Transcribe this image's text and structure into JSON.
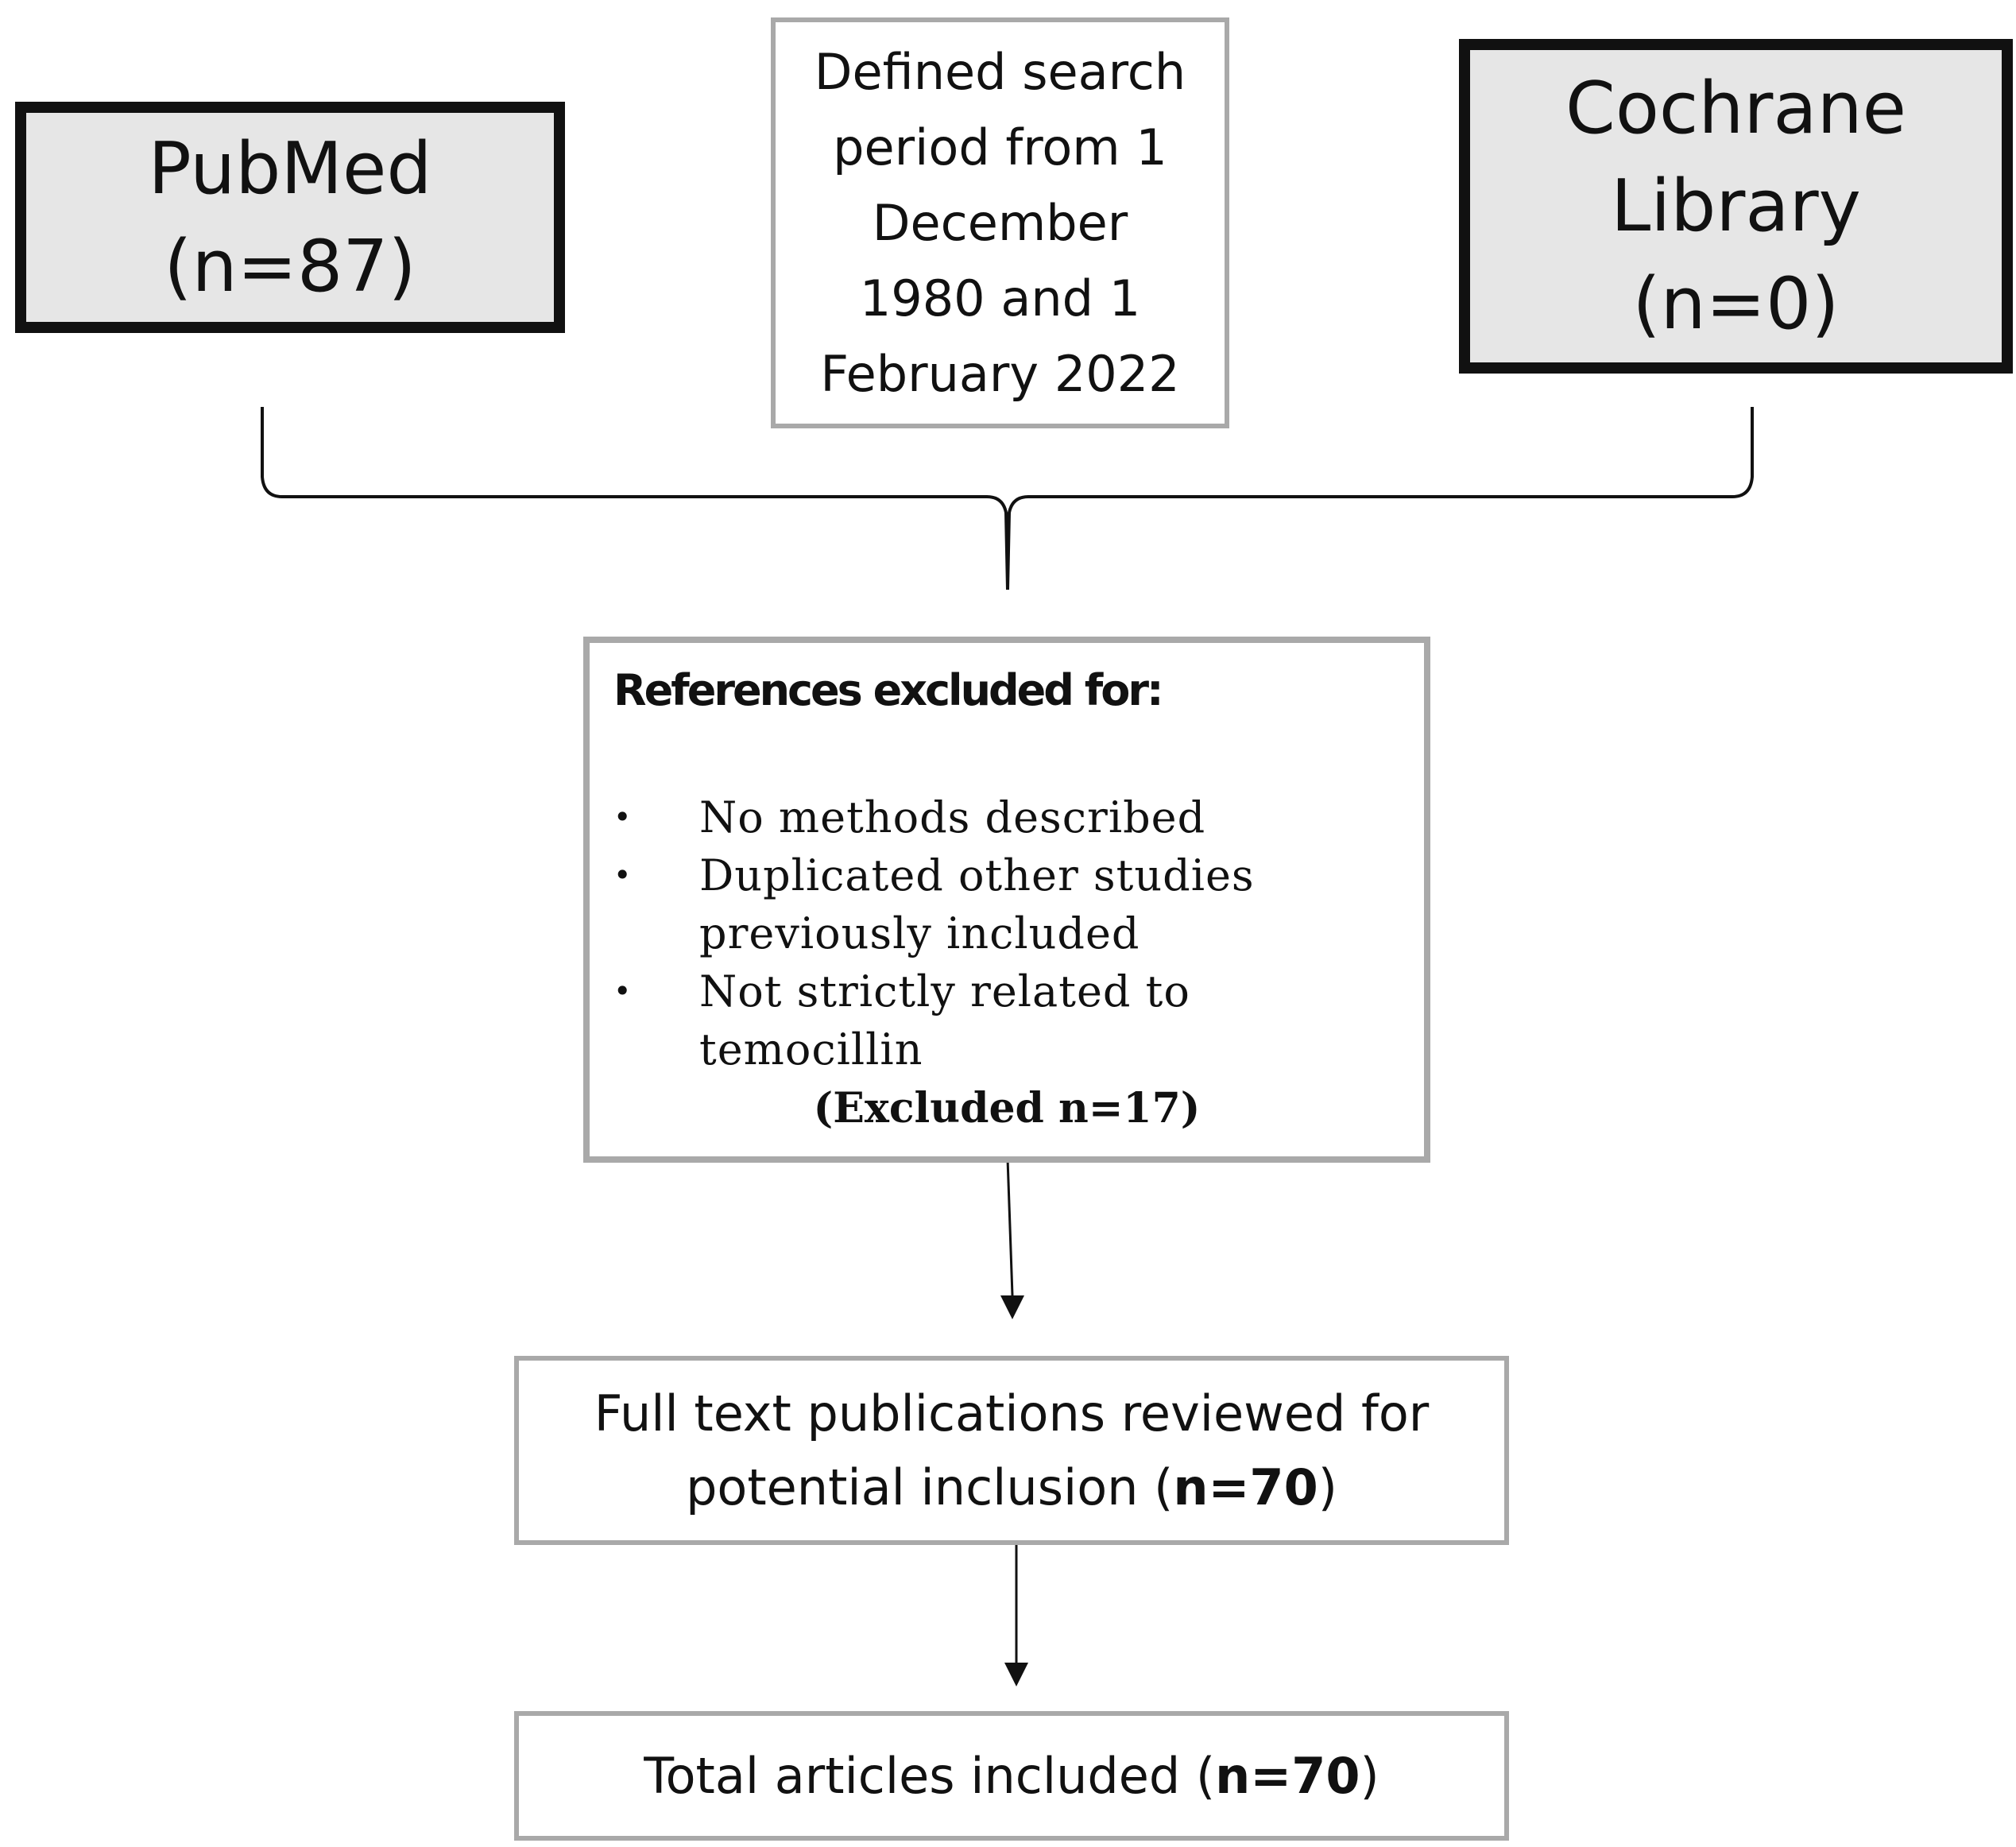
{
  "sources": {
    "pubmed": {
      "name": "PubMed",
      "count": "(n=87)"
    },
    "cochrane": {
      "name_line1": "Cochrane",
      "name_line2": "Library",
      "count": "(n=0)"
    }
  },
  "search_period": {
    "lines": [
      "Defined search",
      "period from 1",
      "December",
      "1980 and 1",
      "February 2022"
    ]
  },
  "exclusion": {
    "title": "References excluded for:",
    "bullet_symbol": "•",
    "reasons": [
      "No methods described",
      "Duplicated other studies previously included",
      "Not strictly related to temocillin"
    ],
    "count": "(Excluded n=17)"
  },
  "full_text_review": {
    "line1": "Full text publications reviewed for",
    "line2_text": "potential inclusion (",
    "count": "n=70",
    "close": ")"
  },
  "total_included": {
    "text": "Total articles included (",
    "count": "n=70",
    "close": ")"
  },
  "colors": {
    "source_fill": "#e6e6e6",
    "source_border": "#111111",
    "step_border": "#a9a9a9",
    "connector": "#111111"
  }
}
